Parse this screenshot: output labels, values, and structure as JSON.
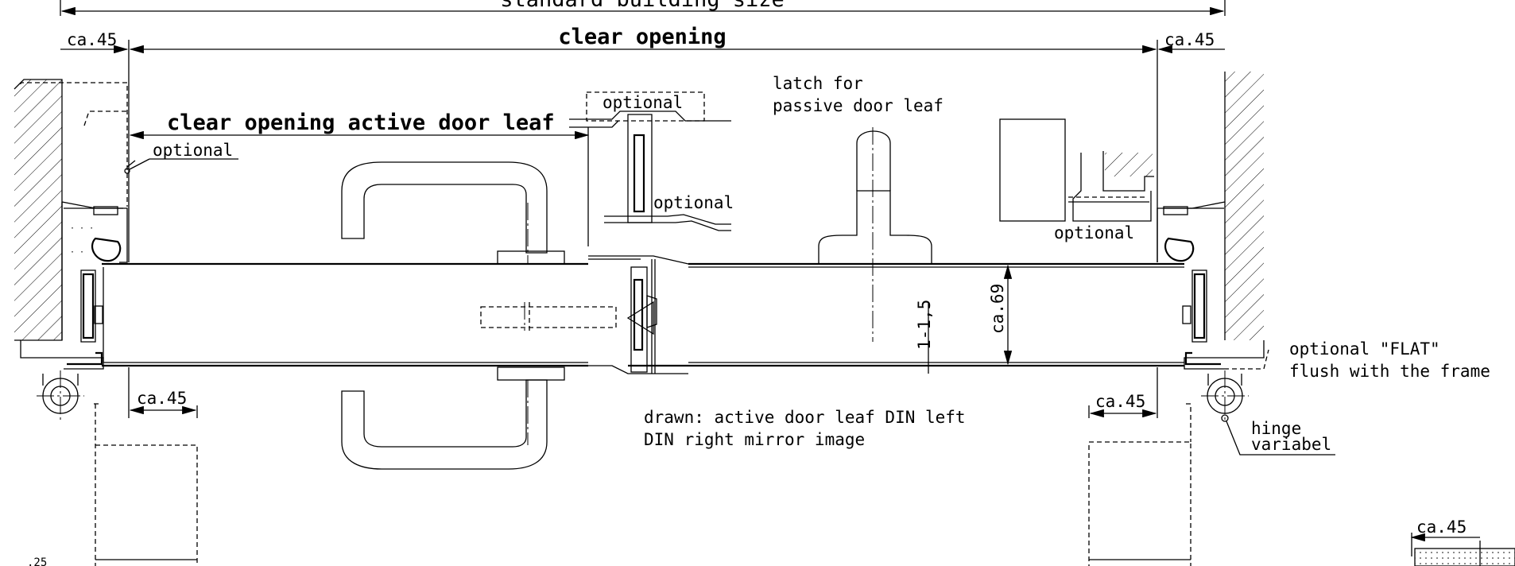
{
  "labels": {
    "standard_building_size": "standard building size",
    "clear_opening": "clear opening",
    "clear_opening_active_leaf": "clear opening active door leaf",
    "ca45_top_left": "ca.45",
    "ca45_top_right": "ca.45",
    "ca45_bottom_left": "ca.45",
    "ca45_bottom_right": "ca.45",
    "ca45_corner": "ca.45",
    "optional_left": "optional",
    "optional_center_top": "optional",
    "optional_center": "optional",
    "optional_right": "optional",
    "latch_line1": "latch for",
    "latch_line2": "passive door leaf",
    "dim_1_1_5": "1-1,5",
    "dim_ca69": "ca.69",
    "flat_line1": "optional \"FLAT\"",
    "flat_line2": "flush with the frame",
    "hinge_line1": "hinge",
    "hinge_line2": "variabel",
    "drawn_line1": "drawn: active door leaf DIN left",
    "drawn_line2": "DIN right mirror image"
  }
}
